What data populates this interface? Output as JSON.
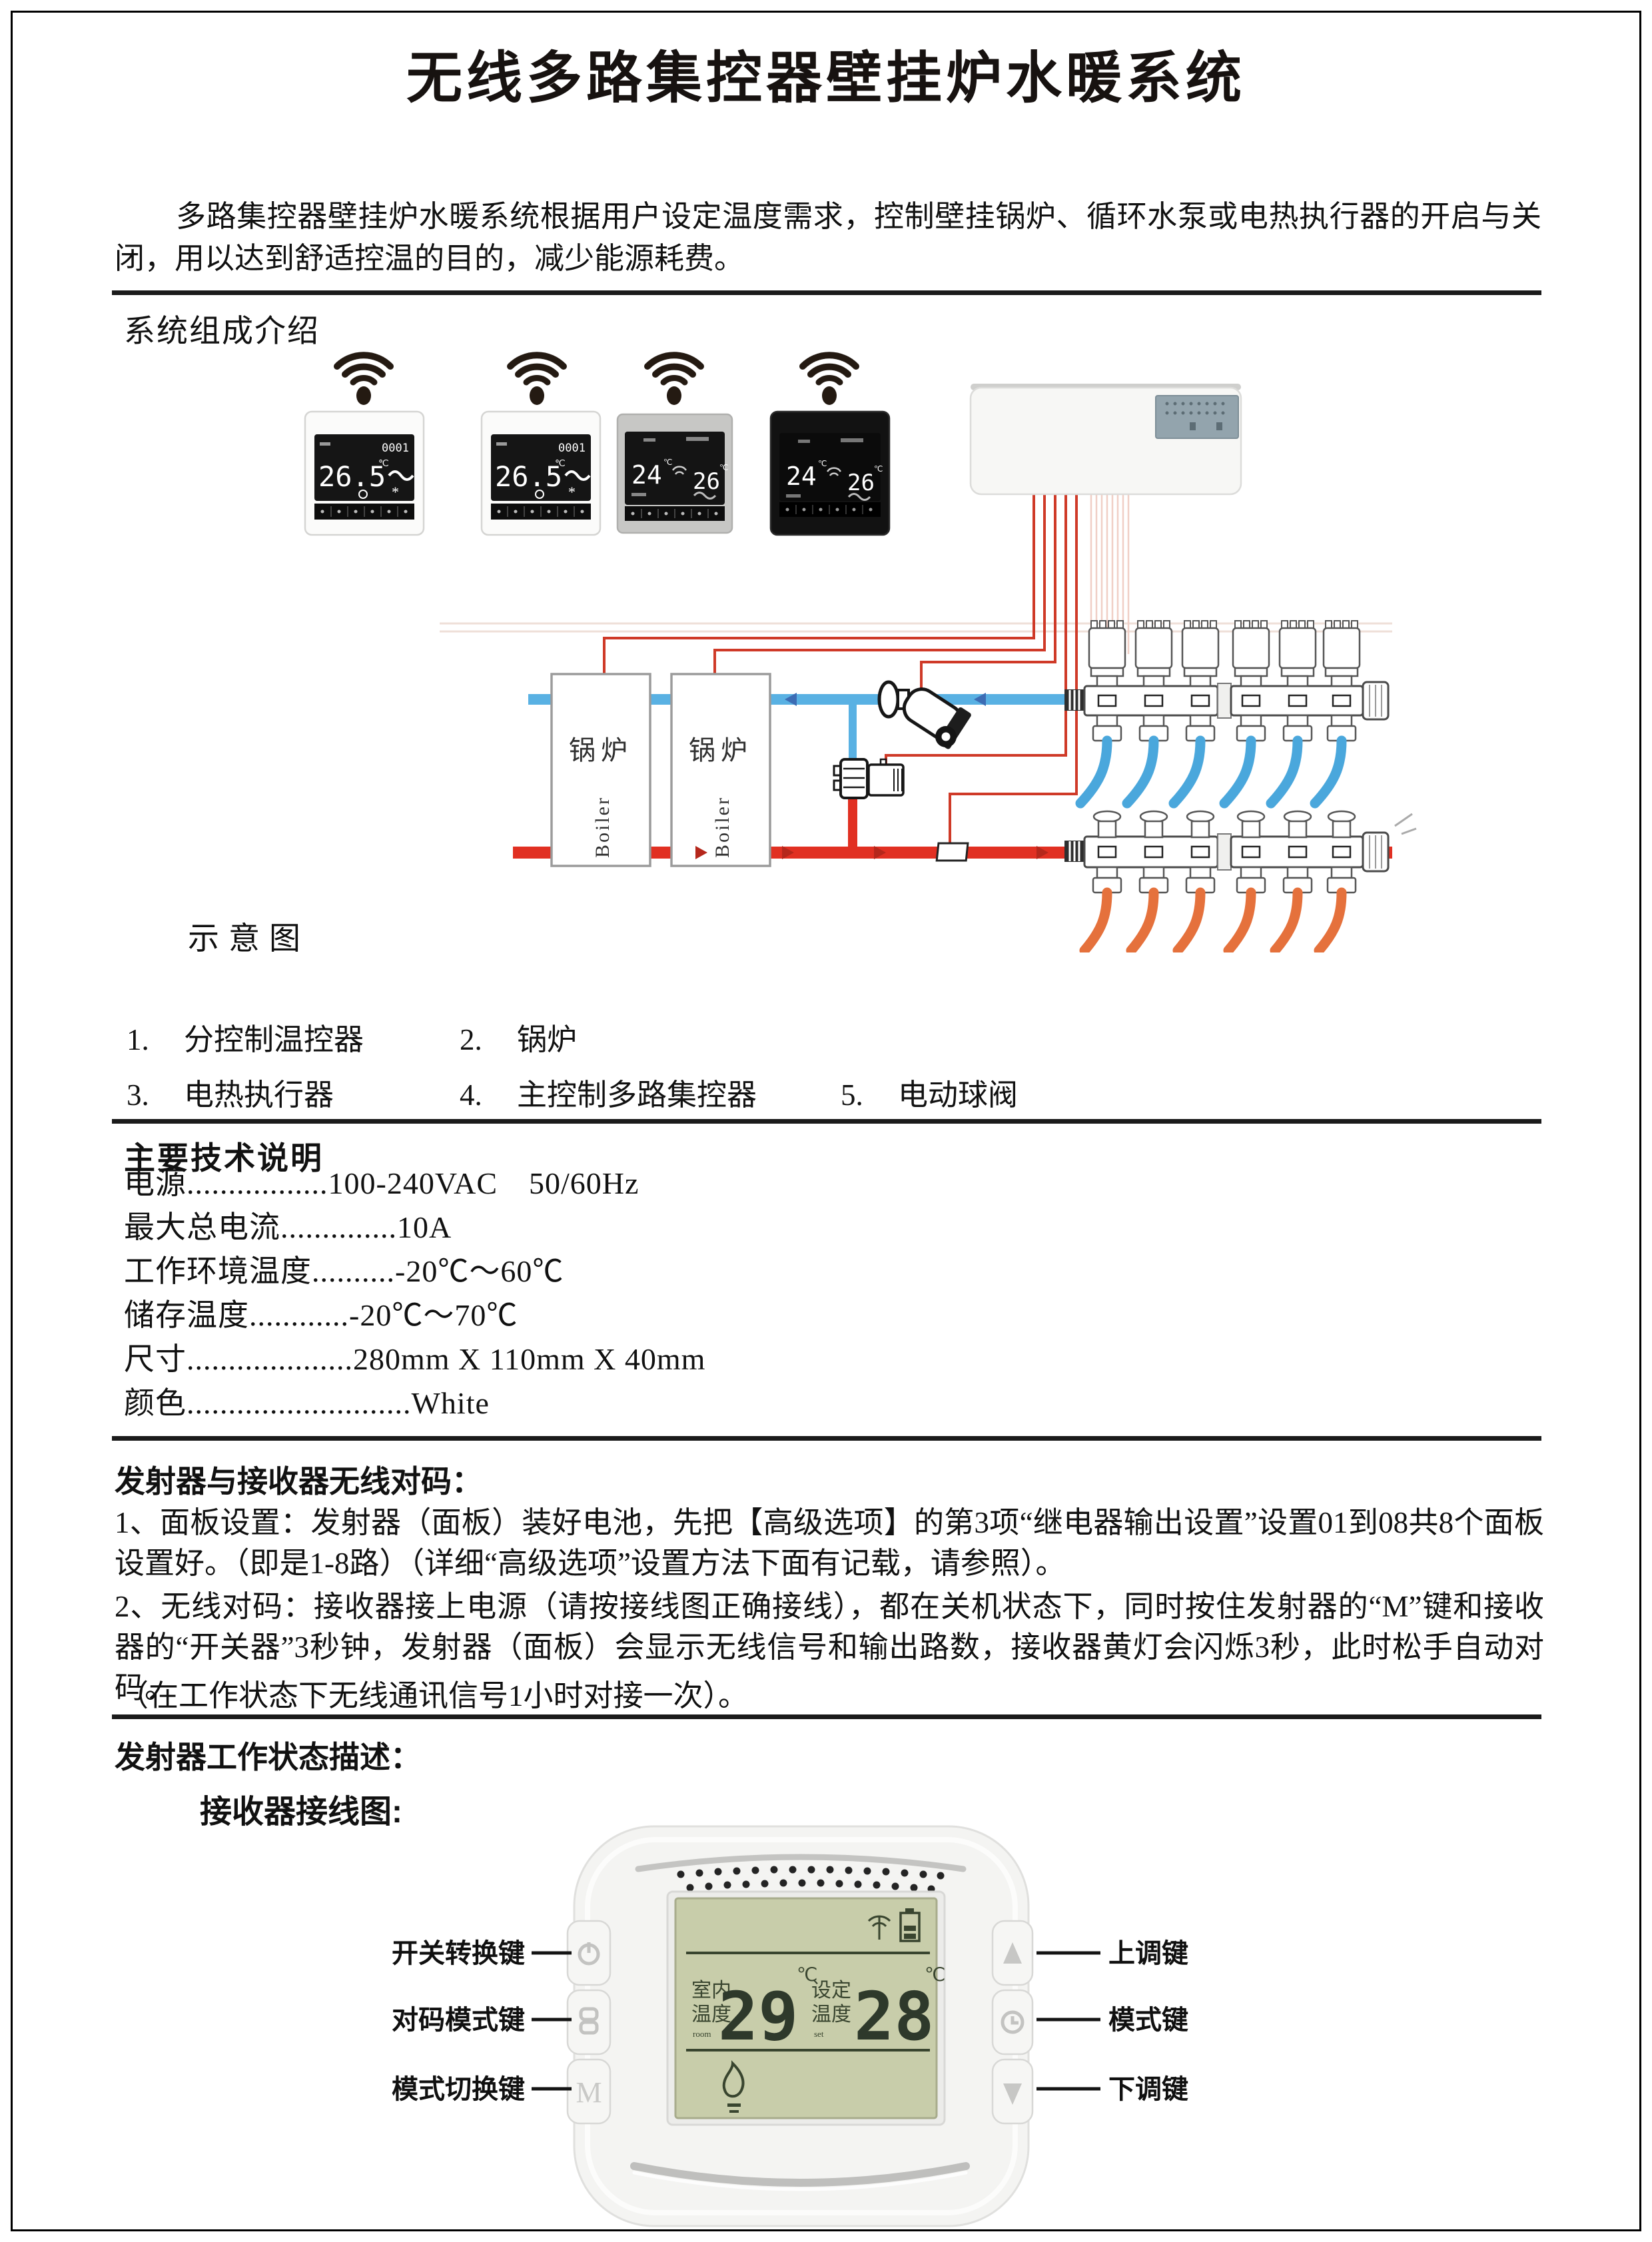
{
  "doc": {
    "title": "无线多路集控器壁挂炉水暖系统",
    "intro": "多路集控器壁挂炉水暖系统根据用户设定温度需求，控制壁挂锅炉、循环水泵或电热执行器的开启与关闭，用以达到舒适控温的目的，减少能源耗费。"
  },
  "sections": {
    "system": "系统组成介绍",
    "schematic_caption": "示意图",
    "specs": "主要技术说明",
    "pairing": "发射器与接收器无线对码：",
    "tx_status": "发射器工作状态描述：",
    "rx_wiring": "接收器接线图:"
  },
  "schematic": {
    "unit": "℃",
    "thermo_white_1": {
      "code": "0001",
      "temp": "26.5"
    },
    "thermo_white_2": {
      "code": "0001",
      "temp": "26.5"
    },
    "thermo_gray": {
      "room": "24",
      "set": "26"
    },
    "thermo_black": {
      "room": "24",
      "set": "26"
    },
    "boiler_cn": "锅炉",
    "boiler_en": "Boiler"
  },
  "legend": {
    "items": [
      {
        "num": "1.",
        "label": "分控制温控器"
      },
      {
        "num": "2.",
        "label": "锅炉"
      },
      {
        "num": "3.",
        "label": "电热执行器"
      },
      {
        "num": "4.",
        "label": "主控制多路集控器"
      },
      {
        "num": "5.",
        "label": "电动球阀"
      }
    ]
  },
  "specs": {
    "rows": [
      {
        "label": "电源",
        "leader": ".................",
        "value": "100-240VAC　50/60Hz"
      },
      {
        "label": "最大总电流",
        "leader": "..............",
        "value": "10A"
      },
      {
        "label": "工作环境温度",
        "leader": "..........",
        "value": "-20℃～60℃"
      },
      {
        "label": "储存温度",
        "leader": "............",
        "value": "-20℃～70℃"
      },
      {
        "label": "尺寸",
        "leader": "....................",
        "value": "280mm X 110mm X 40mm"
      },
      {
        "label": "颜色",
        "leader": "...........................",
        "value": "White"
      }
    ]
  },
  "pairing": {
    "step1": "1、面板设置：发射器（面板）装好电池，先把【高级选项】的第3项“继电器输出设置”设置01到08共8个面板设置好。（即是1-8路）（详细“高级选项”设置方法下面有记载，请参照）。",
    "step2": "2、无线对码：接收器接上电源（请按接线图正确接线），都在关机状态下，同时按住发射器的“M”键和接收器的“开关器”3秒钟，发射器（面板）会显示无线信号和输出路数，接收器黄灯会闪烁3秒，此时松手自动对码。",
    "note": "（在工作状态下无线通讯信号1小时对接一次）。"
  },
  "receiver": {
    "lcd": {
      "room_label_1": "室内",
      "room_label_2": "温度",
      "room_sub": "room",
      "room_temp": "29",
      "set_label_1": "设定",
      "set_label_2": "温度",
      "set_sub": "set",
      "set_temp": "28",
      "unit": "℃"
    },
    "m_key": "M",
    "keys_left": [
      "开关转换键",
      "对码模式键",
      "模式切换键"
    ],
    "keys_right": [
      "上调键",
      "模式键",
      "下调键"
    ]
  },
  "icons": {
    "wifi": "wifi-signal-arcs",
    "antenna": "rf-antenna",
    "battery": "battery-level",
    "flame": "heating-flame",
    "power": "power-circle",
    "pairing": "pairing-code",
    "clock": "clock-dial",
    "up": "up-arrow",
    "down": "down-arrow"
  }
}
